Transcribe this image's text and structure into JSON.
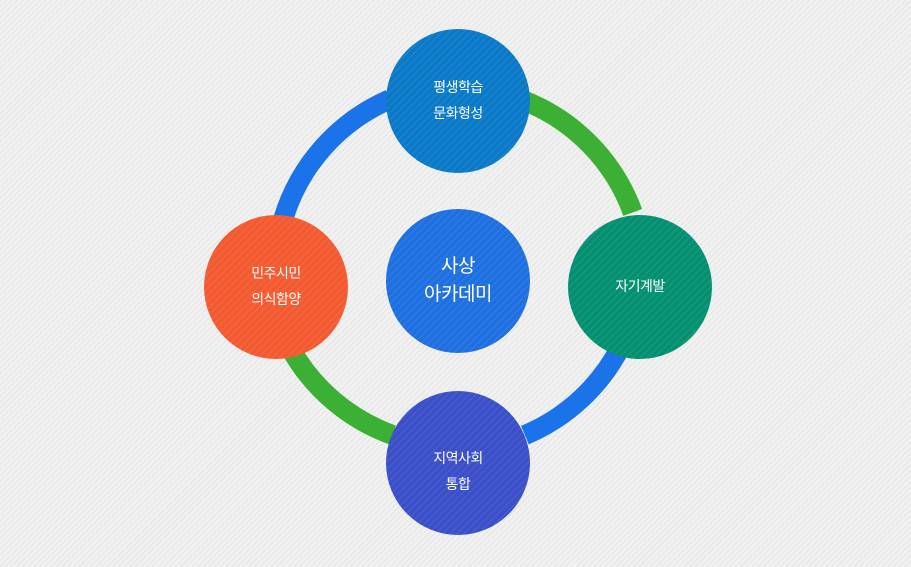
{
  "colors": {
    "ring_blue": "#1a73e8",
    "ring_green": "#3cb034",
    "node_top": "#0a79c8",
    "node_right": "#049070",
    "node_bottom": "#3a4fc8",
    "node_left": "#f35a30",
    "node_center": "#1e6fe0"
  },
  "nodes": {
    "center": {
      "line1": "사상",
      "line2": "아카데미"
    },
    "top": {
      "line1": "평생학습",
      "line2": "문화형성"
    },
    "right": {
      "line1": "자기계발"
    },
    "bottom": {
      "line1": "지역사회",
      "line2": "통합"
    },
    "left": {
      "line1": "민주시민",
      "line2": "의식함양"
    }
  }
}
